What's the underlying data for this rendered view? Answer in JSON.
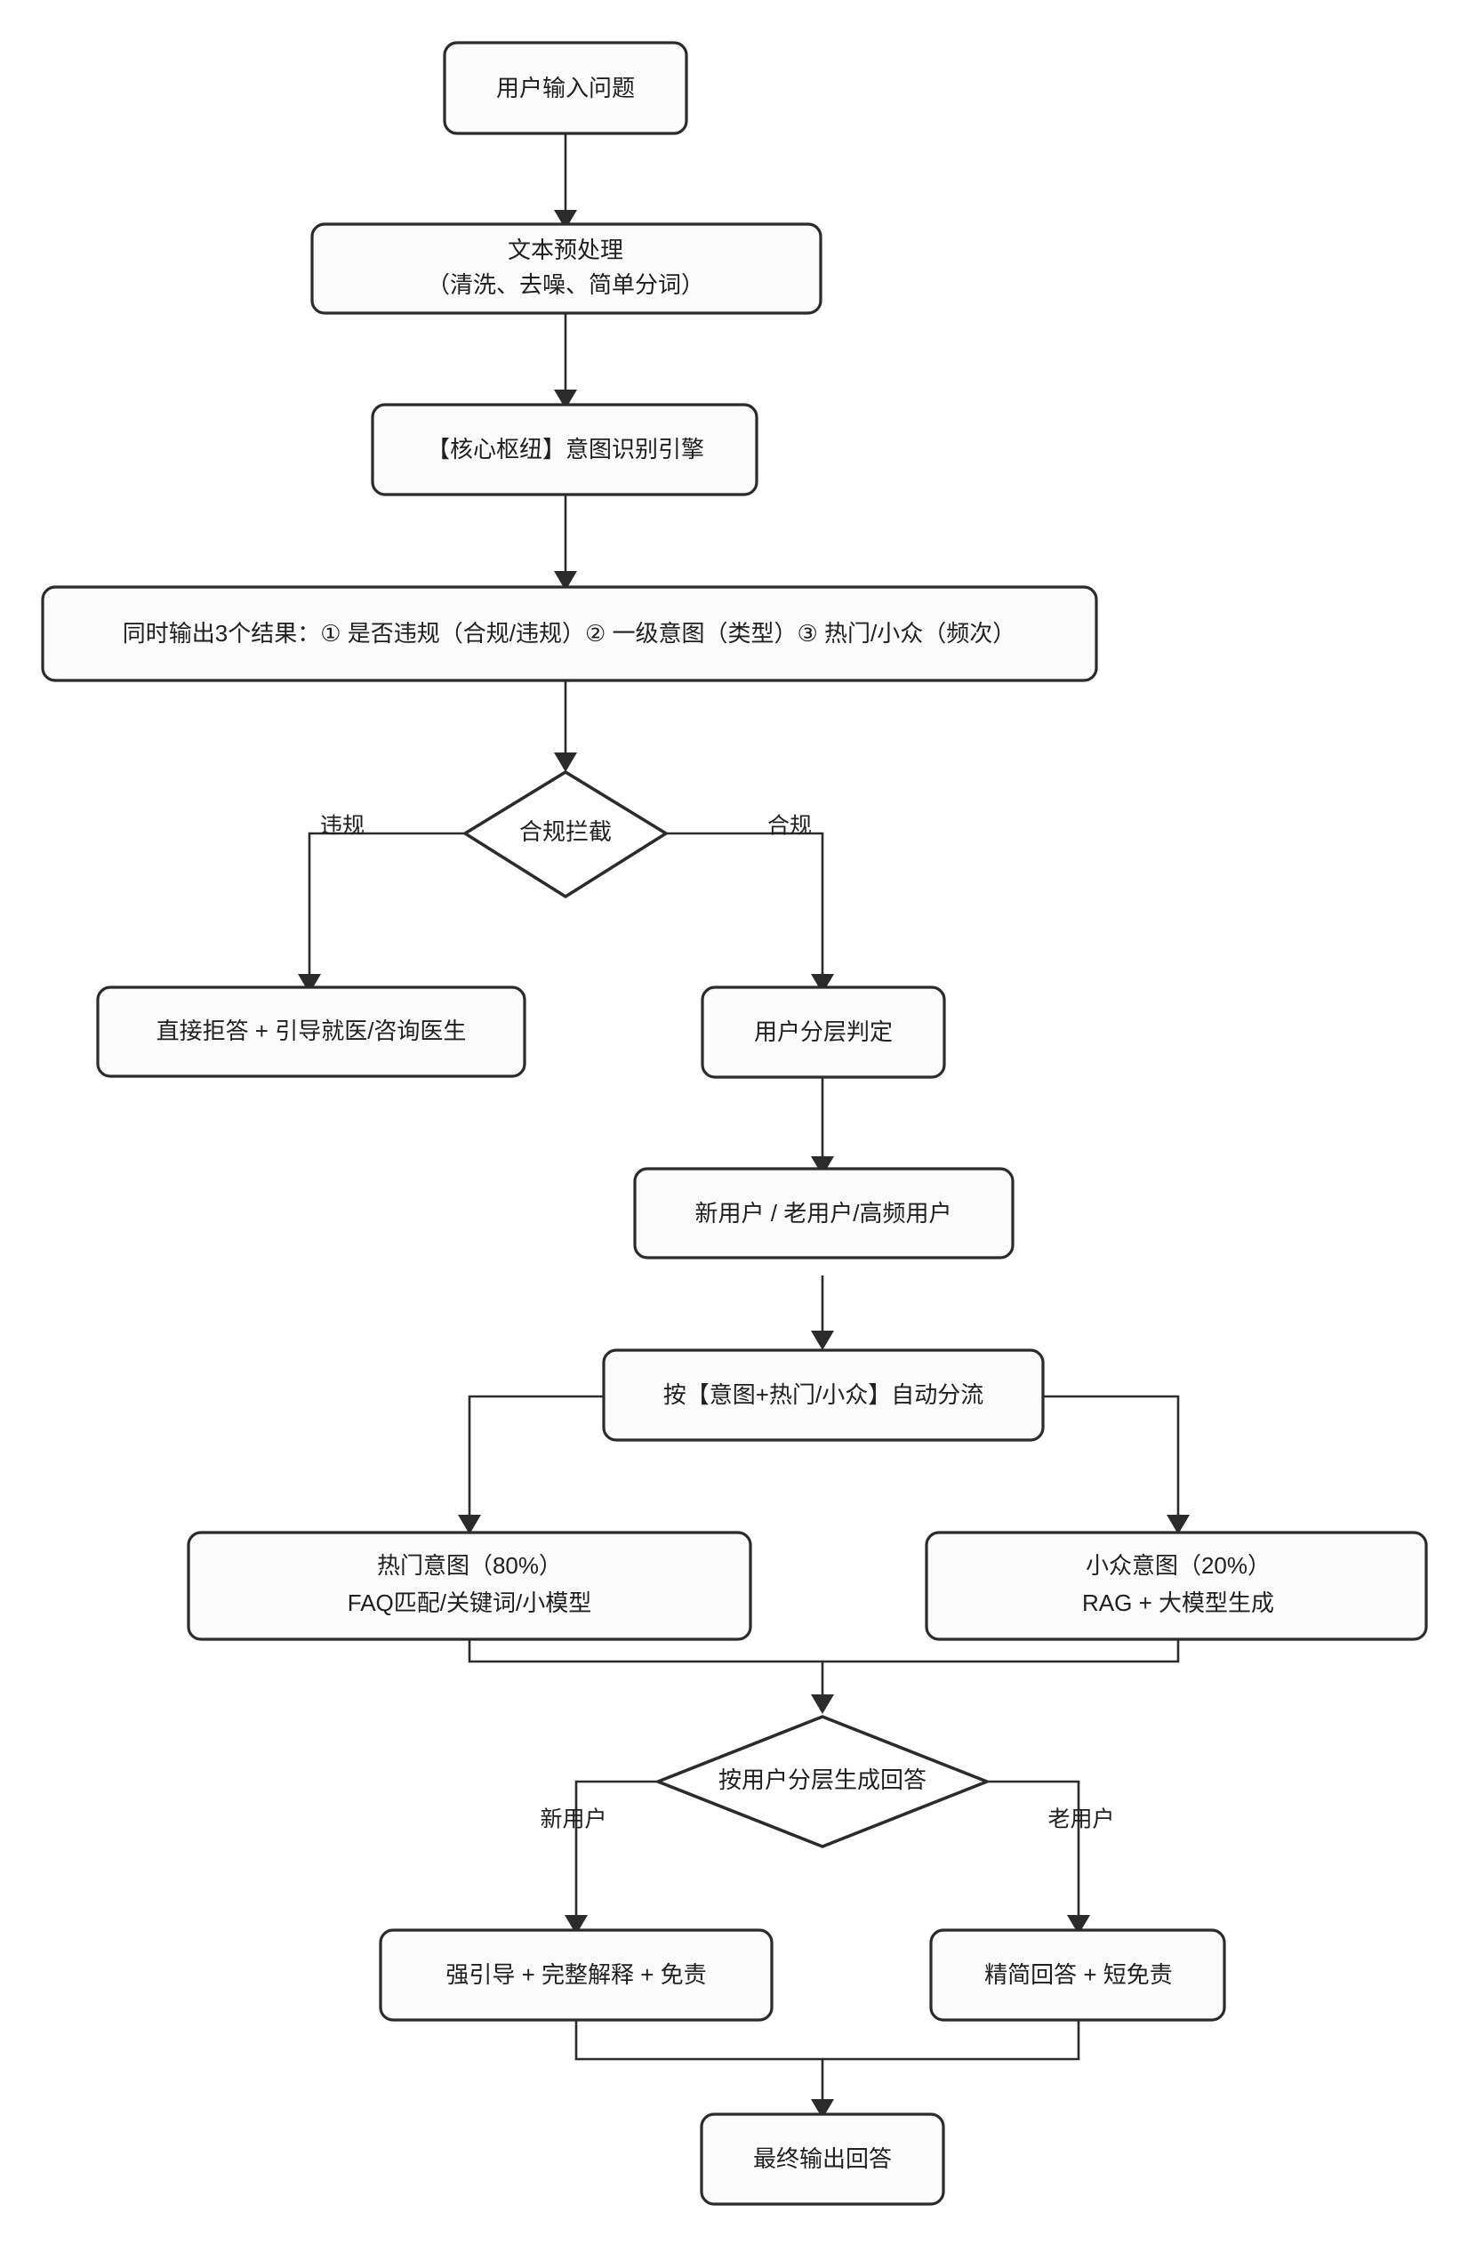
{
  "diagram": {
    "type": "flowchart",
    "orientation": "top-to-bottom",
    "background_color": "#ffffff",
    "node_fill_color": "#fbfbfb",
    "node_stroke_color": "#2b2b2b",
    "text_color": "#1f1f1f",
    "nodes": [
      {
        "id": "input",
        "shape": "rounded-rect",
        "lines": [
          "用户输入问题"
        ]
      },
      {
        "id": "preprocess",
        "shape": "rounded-rect",
        "lines": [
          "文本预处理",
          "（清洗、去噪、简单分词）"
        ]
      },
      {
        "id": "intent",
        "shape": "rounded-rect",
        "lines": [
          "【核心枢纽】意图识别引擎"
        ]
      },
      {
        "id": "outputs",
        "shape": "rounded-rect",
        "lines": [
          "同时输出3个结果：① 是否违规（合规/违规）② 一级意图（类型）③ 热门/小众（频次）"
        ]
      },
      {
        "id": "compliance",
        "shape": "diamond",
        "lines": [
          "合规拦截"
        ]
      },
      {
        "id": "reject",
        "shape": "rounded-rect",
        "lines": [
          "直接拒答 + 引导就医/咨询医生"
        ]
      },
      {
        "id": "tiering",
        "shape": "rounded-rect",
        "lines": [
          "用户分层判定"
        ]
      },
      {
        "id": "usertypes",
        "shape": "rounded-rect",
        "lines": [
          "新用户 / 老用户/高频用户"
        ]
      },
      {
        "id": "routing",
        "shape": "rounded-rect",
        "lines": [
          "按【意图+热门/小众】自动分流"
        ]
      },
      {
        "id": "hot",
        "shape": "rounded-rect",
        "lines": [
          "热门意图（80%）",
          "FAQ匹配/关键词/小模型"
        ]
      },
      {
        "id": "niche",
        "shape": "rounded-rect",
        "lines": [
          "小众意图（20%）",
          "RAG + 大模型生成"
        ]
      },
      {
        "id": "bylayer",
        "shape": "diamond",
        "lines": [
          "按用户分层生成回答"
        ]
      },
      {
        "id": "newanswer",
        "shape": "rounded-rect",
        "lines": [
          "强引导 + 完整解释 + 免责"
        ]
      },
      {
        "id": "oldanswer",
        "shape": "rounded-rect",
        "lines": [
          "精简回答 + 短免责"
        ]
      },
      {
        "id": "final",
        "shape": "rounded-rect",
        "lines": [
          "最终输出回答"
        ]
      }
    ],
    "edge_labels": [
      {
        "id": "violation",
        "text": "违规"
      },
      {
        "id": "compliant",
        "text": "合规"
      },
      {
        "id": "new-user",
        "text": "新用户"
      },
      {
        "id": "old-user",
        "text": "老用户"
      }
    ]
  }
}
